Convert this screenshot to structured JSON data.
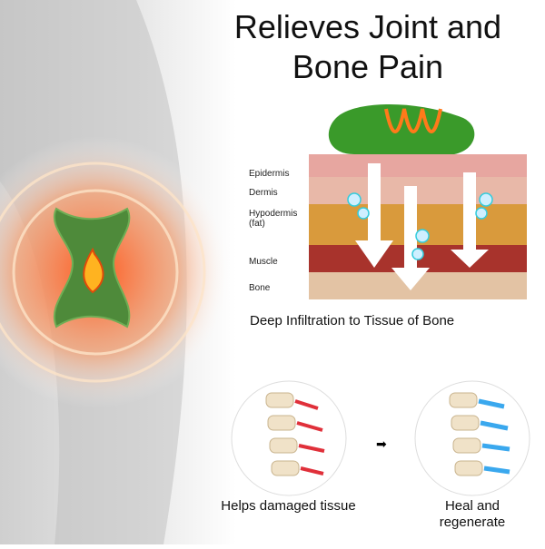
{
  "title": "Relieves Joint and Bone Pain",
  "layers": [
    "Epidermis",
    "Dermis",
    "Hypodermis (fat)",
    "Muscle",
    "Bone"
  ],
  "diagram_caption": "Deep Infiltration to Tissue of Bone",
  "before_caption": "Helps damaged tissue",
  "after_caption": "Heal and regenerate"
}
